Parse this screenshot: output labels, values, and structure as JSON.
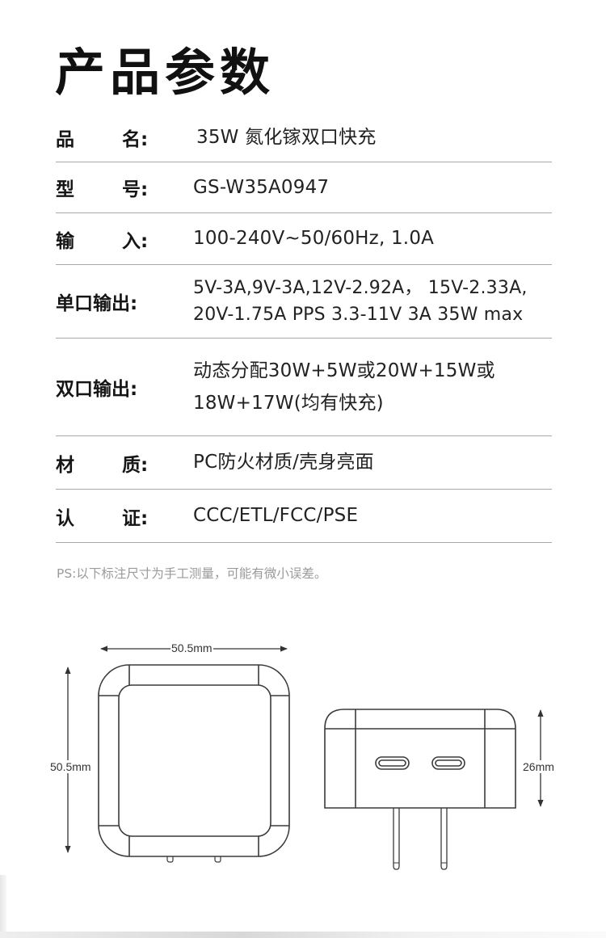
{
  "page": {
    "title": "产品参数",
    "note": "PS:以下标注尺寸为手工测量，可能有微小误差。"
  },
  "specs": [
    {
      "label_a": "品",
      "label_b": "名:",
      "lines": [
        "35W 氮化镓双口快充"
      ]
    },
    {
      "label_a": "型",
      "label_b": "号:",
      "lines": [
        "GS-W35A0947"
      ]
    },
    {
      "label_a": "输",
      "label_b": "入:",
      "lines": [
        "100-240V~50/60Hz, 1.0A"
      ]
    },
    {
      "label_a": "单口输出:",
      "label_b": "",
      "lines": [
        "5V-3A,9V-3A,12V-2.92A， 15V-2.33A,",
        "20V-1.75A PPS 3.3-11V 3A 35W max"
      ]
    },
    {
      "label_a": "双口输出:",
      "label_b": "",
      "lines": [
        "动态分配30W+5W或20W+15W或",
        "18W+17W(均有快充)"
      ]
    },
    {
      "label_a": "材",
      "label_b": "质:",
      "lines": [
        "PC防火材质/壳身亮面"
      ]
    },
    {
      "label_a": "认",
      "label_b": "证:",
      "lines": [
        "CCC/ETL/FCC/PSE"
      ]
    }
  ],
  "dimensions": {
    "front_width": "50.5mm",
    "front_height": "50.5mm",
    "side_depth": "26mm"
  },
  "colors": {
    "text": "#1a1a1a",
    "divider": "#a8a8a8",
    "note": "#9a9a9a",
    "drawing_stroke": "#3a3a3a"
  }
}
